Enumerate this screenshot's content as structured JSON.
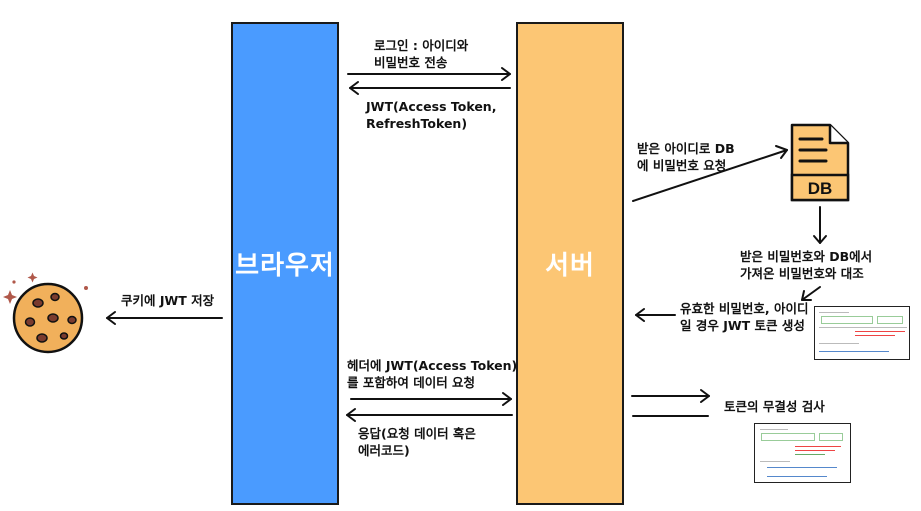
{
  "nodes": {
    "browser": "브라우저",
    "server": "서버",
    "db": "DB"
  },
  "messages": {
    "login_line1": "로그인 : 아이디와",
    "login_line2": "비밀번호 전송",
    "jwt_line1": "JWT(Access Token,",
    "jwt_line2": "RefreshToken)",
    "db_request_line1": "받은 아이디로 DB",
    "db_request_line2": "에 비밀번호 요청",
    "compare_line1": "받은 비밀번호와 DB에서",
    "compare_line2": "가져온 비밀번호와 대조",
    "issue_line1": "유효한 비밀번호, 아이디",
    "issue_line2": "일 경우 JWT 토큰 생성",
    "cookie_store": "쿠키에 JWT 저장",
    "header_line1": "헤더에 JWT(Access Token)",
    "header_line2": "를 포함하여 데이터 요청",
    "response_line1": "응답(요청 데이터 혹은",
    "response_line2": "에러코드)",
    "integrity_check": "토큰의 무결성 검사"
  },
  "colors": {
    "browser": "#4a9bff",
    "server": "#fcc674",
    "db_icon": "#fcc674",
    "cookie": "#f1b05b",
    "cookie_chip": "#7a3b2e",
    "sparkle": "#b0584a"
  },
  "icons": [
    "cookie-icon",
    "db-document-icon",
    "jwt-screenshot-thumbnail"
  ]
}
